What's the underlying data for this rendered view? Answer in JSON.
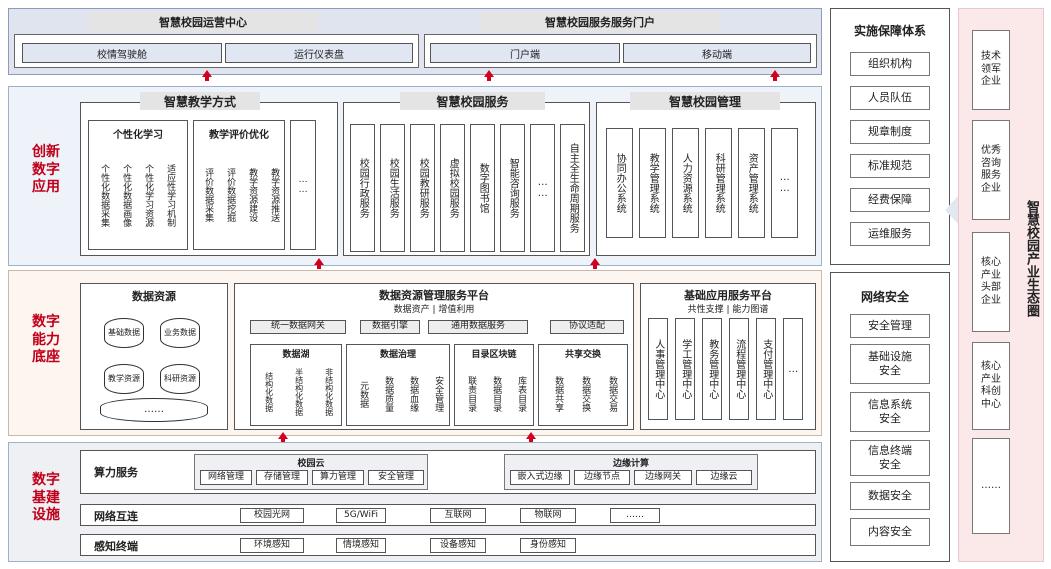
{
  "top": {
    "ops_title": "智慧校园运营中心",
    "ops_items": [
      "校情驾驶舱",
      "运行仪表盘"
    ],
    "portal_title": "智慧校园服务服务门户",
    "portal_items": [
      "门户端",
      "移动端"
    ]
  },
  "app": {
    "label": "创新\n数字\n应用",
    "teaching": {
      "title": "智慧教学方式",
      "personal_title": "个性化学习",
      "personal_cols": [
        "个性化数据采集",
        "个性化数据画像",
        "个性化学习资源",
        "适应性学习机制"
      ],
      "eval_title": "教学评价优化",
      "eval_cols": [
        "评价数据采集",
        "评价数据挖掘",
        "教学资源建设",
        "教学资源推送"
      ],
      "more": "……"
    },
    "service": {
      "title": "智慧校园服务",
      "cols": [
        "校园行政服务",
        "校园生活服务",
        "校园教研服务",
        "虚拟校园服务",
        "数字图书馆",
        "智能咨询服务",
        "……",
        "自主全生命周期服务"
      ]
    },
    "management": {
      "title": "智慧校园管理",
      "cols": [
        "协同办公系统",
        "教学管理系统",
        "人力资源系统",
        "科研管理系统",
        "资产管理系统",
        "……"
      ]
    }
  },
  "data": {
    "label": "数字\n能力\n底座",
    "resources": {
      "title": "数据资源",
      "items": [
        "基础数据",
        "业务数据",
        "教学资源",
        "科研资源"
      ],
      "more": "……"
    },
    "platform": {
      "title": "数据资源管理服务平台",
      "subtitle": "数据资产 | 增值利用",
      "bar": [
        "统一数据网关",
        "数据引擎",
        "通用数据服务",
        "协议适配"
      ],
      "lake_title": "数据湖",
      "lake_cols": [
        "结构化数据",
        "半结构化数据",
        "非结构化数据"
      ],
      "gov_title": "数据治理",
      "gov_cols": [
        "元数据",
        "数据质量",
        "数据血缘",
        "安全管理"
      ],
      "chain_title": "目录区块链",
      "chain_cols": [
        "联责目录",
        "数据目录",
        "库表目录"
      ],
      "share_title": "共享交换",
      "share_cols": [
        "数据共享",
        "数据交换",
        "数据交易"
      ]
    },
    "basic": {
      "title": "基础应用服务平台",
      "subtitle": "共性支撑 | 能力图谱",
      "cols": [
        "人事管理中心",
        "学工管理中心",
        "教务管理中心",
        "流程管理中心",
        "支付管理中心",
        "…"
      ]
    }
  },
  "infra": {
    "label": "数字\n基建\n设施",
    "compute": {
      "label": "算力服务",
      "cloud_title": "校园云",
      "cloud_items": [
        "网络管理",
        "存储管理",
        "算力管理",
        "安全管理"
      ],
      "edge_title": "边缘计算",
      "edge_items": [
        "嵌入式边缘",
        "边缘节点",
        "边缘网关",
        "边缘云"
      ]
    },
    "network": {
      "label": "网络互连",
      "items": [
        "校园光网",
        "5G/WiFi",
        "互联网",
        "物联网",
        "……"
      ]
    },
    "sensing": {
      "label": "感知终端",
      "items": [
        "环境感知",
        "情境感知",
        "设备感知",
        "身份感知"
      ]
    }
  },
  "guarantee": {
    "title": "实施保障体系",
    "items": [
      "组织机构",
      "人员队伍",
      "规章制度",
      "标准规范",
      "经费保障",
      "运维服务"
    ]
  },
  "security": {
    "title": "网络安全",
    "items": [
      "安全管理",
      "基础设施\n安全",
      "信息系统\n安全",
      "信息终端\n安全",
      "数据安全",
      "内容安全"
    ]
  },
  "ecosystem": {
    "title": "智慧校园产业生态圈",
    "items": [
      "技术\n领军\n企业",
      "优秀\n咨询\n服务\n企业",
      "核心\n产业\n头部\n企业",
      "核心\n产业\n科创\n中心",
      "……"
    ]
  },
  "colors": {
    "accent_red": "#c0001a",
    "layer_bg": "#eef3fa",
    "data_bg": "#fdf5f0",
    "eco_bg": "#fbe9ea"
  }
}
